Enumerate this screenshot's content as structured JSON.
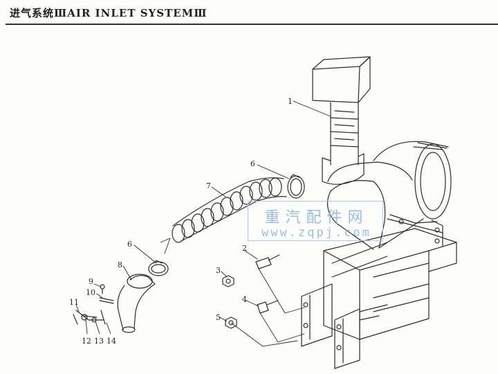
{
  "header": {
    "title": "进气系统ⅢAIR INLET SYSTEMⅢ"
  },
  "callouts": {
    "c1": "1",
    "c2": "2",
    "c3": "3",
    "c4": "4",
    "c5": "5",
    "c6a": "6",
    "c6b": "6",
    "c7": "7",
    "c8": "8",
    "c9": "9",
    "c10": "10",
    "c11": "11",
    "c12": "12",
    "c13": "13",
    "c14": "14"
  },
  "watermark": {
    "text_cn": "重汽配件网",
    "text_url": "www.zqpj.com"
  },
  "colors": {
    "line": "#2a2a2a",
    "watermark": "#8fb7e6"
  }
}
